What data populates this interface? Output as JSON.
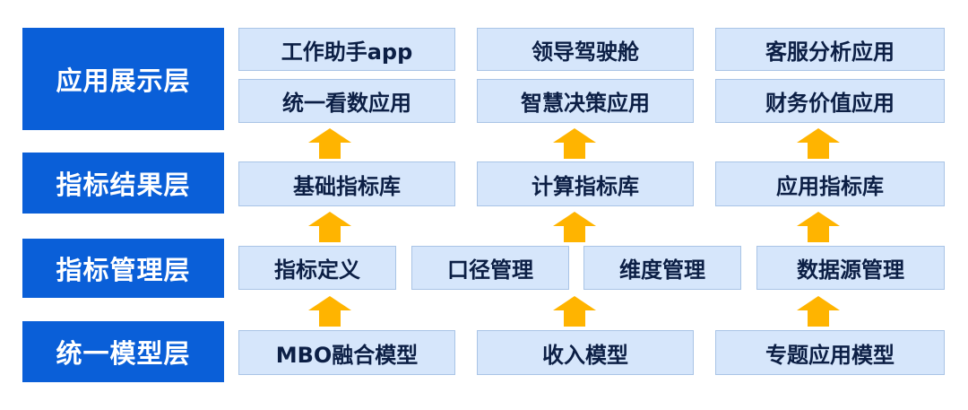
{
  "layers": {
    "app": "应用展示层",
    "result": "指标结果层",
    "manage": "指标管理层",
    "model": "统一模型层"
  },
  "app_boxes": {
    "b1": "工作助手app",
    "b2": "领导驾驶舱",
    "b3": "客服分析应用",
    "b4": "统一看数应用",
    "b5": "智慧决策应用",
    "b6": "财务价值应用"
  },
  "result_boxes": {
    "b1": "基础指标库",
    "b2": "计算指标库",
    "b3": "应用指标库"
  },
  "manage_boxes": {
    "b1": "指标定义",
    "b2": "口径管理",
    "b3": "维度管理",
    "b4": "数据源管理"
  },
  "model_boxes": {
    "b1": "MBO融合模型",
    "b2": "收入模型",
    "b3": "专题应用模型"
  },
  "colors": {
    "layer_bg": "#0a5fd8",
    "box_bg": "#d6e6fb",
    "box_border": "#a9c4e6",
    "arrow": "#ffb400"
  }
}
